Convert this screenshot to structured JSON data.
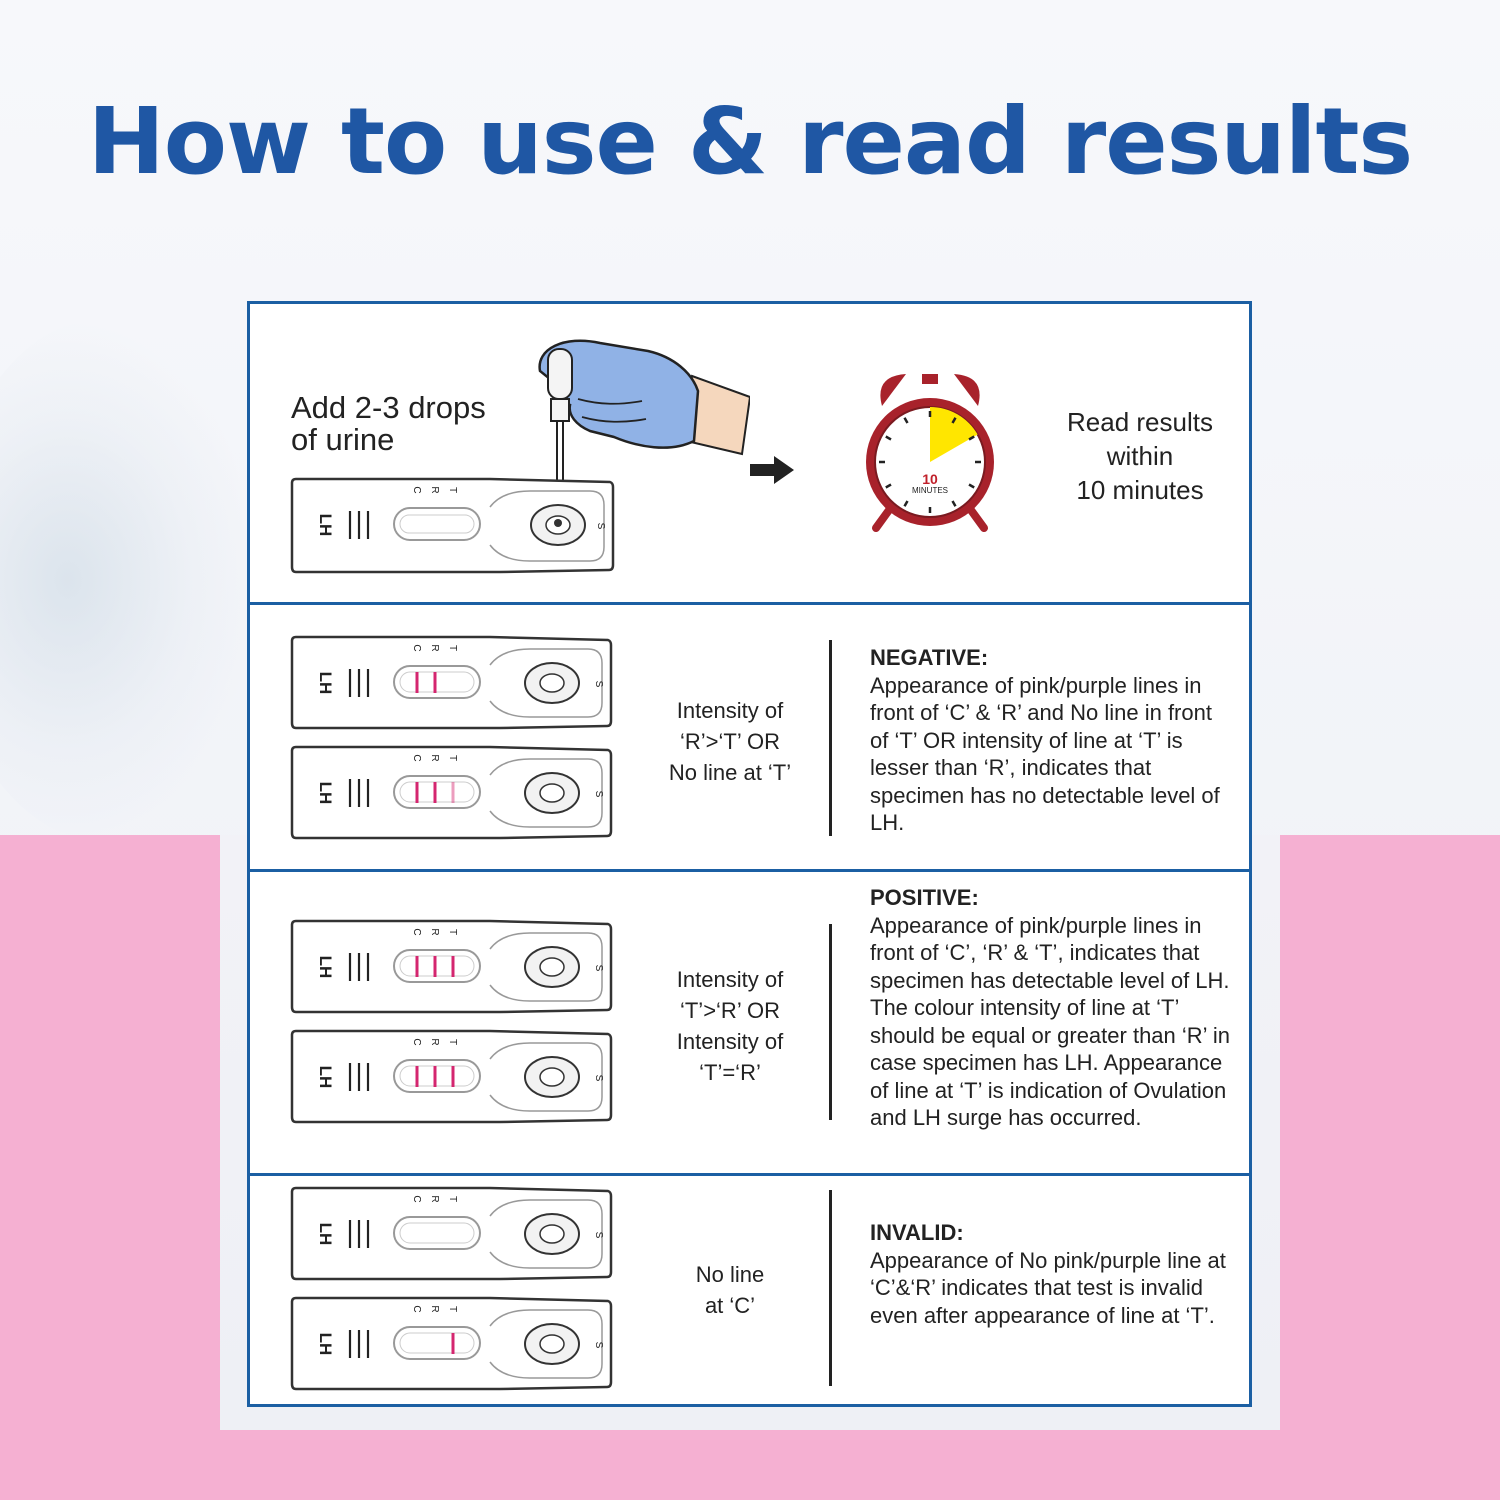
{
  "title": "How to use & read results",
  "steps": {
    "add_drops_line1": "Add 2-3 drops",
    "add_drops_line2": "of urine",
    "read_line1": "Read results",
    "read_line2": "within",
    "read_line3": "10 minutes",
    "clock_number": "10",
    "clock_unit": "MINUTES"
  },
  "strip_labels": {
    "brand": "LH",
    "c": "C",
    "r": "R",
    "t": "T",
    "s": "S"
  },
  "results": [
    {
      "condition": [
        "Intensity of",
        "‘R’>‘T’ OR",
        "No line at ‘T’"
      ],
      "heading": "NEGATIVE:",
      "description": "Appearance of pink/purple lines in front of ‘C’ & ‘R’ and No line in front of ‘T’ OR intensity of line at ‘T’ is lesser than ‘R’, indicates that specimen has no detectable level of LH."
    },
    {
      "condition": [
        "Intensity of",
        "‘T’>‘R’ OR",
        "Intensity of",
        "‘T’=‘R’"
      ],
      "heading": "POSITIVE:",
      "description": "Appearance of pink/purple lines in front of ‘C’, ‘R’ & ‘T’, indicates that specimen has detectable level of LH. The colour intensity of line at ‘T’ should be equal or greater than ‘R’ in case specimen has LH. Appearance of line at ‘T’ is indication of Ovulation and LH surge has occurred."
    },
    {
      "condition": [
        "No line",
        "at ‘C’"
      ],
      "heading": "INVALID:",
      "description": "Appearance of No pink/purple line at ‘C’&‘R’ indicates that test is invalid even after appearance of line at ‘T’."
    }
  ],
  "colors": {
    "title": "#1f57a4",
    "panel_border": "#1b5fa3",
    "pink_band": "#f5b0d2",
    "test_line": "#d4266f",
    "clock_body": "#a8222b",
    "clock_segment": "#ffe600",
    "glove": "#90b2e6"
  }
}
